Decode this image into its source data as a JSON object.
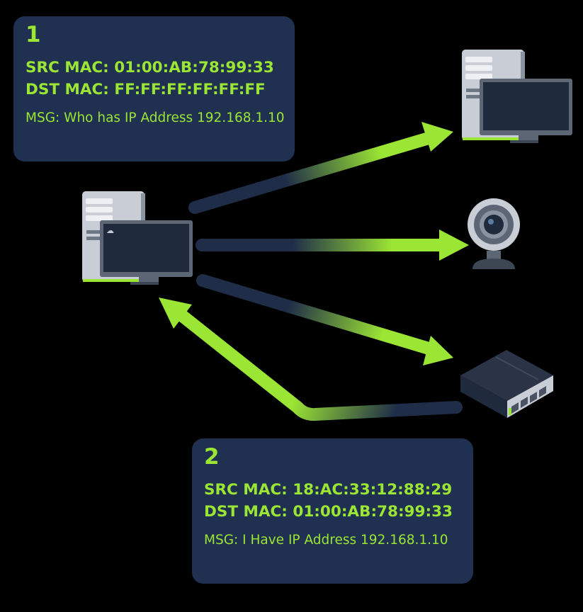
{
  "colors": {
    "accent": "#9be534",
    "box_bg": "#1f3050",
    "arrow_dark": "#1f2d48",
    "background": "#000000"
  },
  "messages": [
    {
      "step": "1",
      "src": "SRC MAC: 01:00:AB:78:99:33",
      "dst": "DST MAC: FF:FF:FF:FF:FF:FF",
      "msg": "MSG: Who has IP Address 192.168.1.10"
    },
    {
      "step": "2",
      "src": "SRC MAC: 18:AC:33:12:88:29",
      "dst": "DST MAC: 01:00:AB:78:99:33",
      "msg": "MSG: I Have IP Address 192.168.1.10"
    }
  ],
  "devices": {
    "source": "desktop-computer-icon",
    "targets": [
      "desktop-computer-icon",
      "webcam-icon",
      "network-switch-icon"
    ]
  }
}
